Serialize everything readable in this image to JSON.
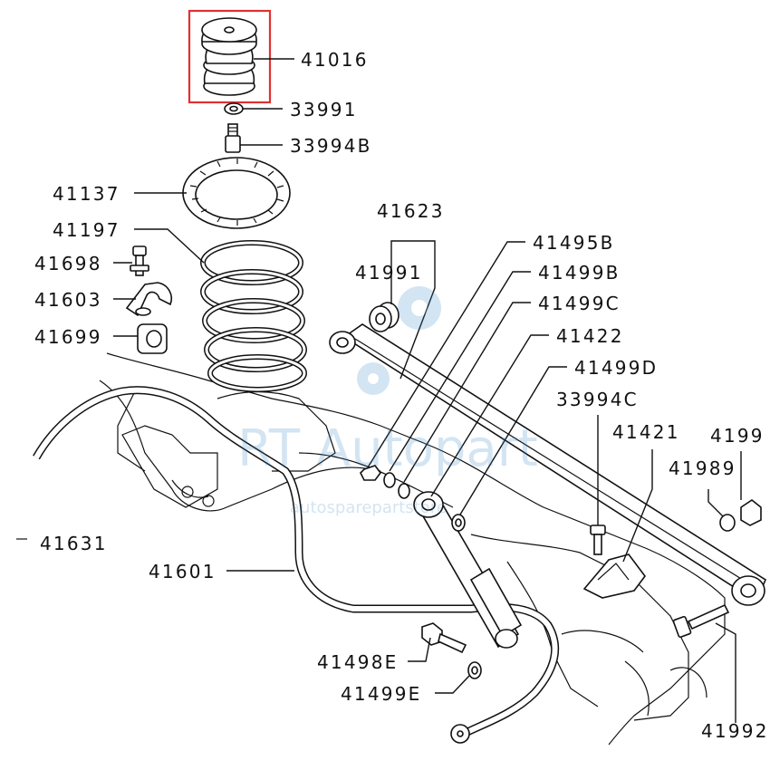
{
  "diagram": {
    "highlight_color": "#e23030",
    "line_color": "#111111",
    "highlighted_part": "41016",
    "labels": {
      "p41016": "41016",
      "p33991": "33991",
      "p33994B": "33994B",
      "p41137": "41137",
      "p41197": "41197",
      "p41623": "41623",
      "p41991": "41991",
      "p41698": "41698",
      "p41603": "41603",
      "p41699": "41699",
      "p41495B": "41495B",
      "p41499B": "41499B",
      "p41499C": "41499C",
      "p41422": "41422",
      "p41499D": "41499D",
      "p33994C": "33994C",
      "p41421": "41421",
      "p4199": "4199",
      "p41989": "41989",
      "p41631": "41631",
      "p41601": "41601",
      "p41498E": "41498E",
      "p41499E": "41499E",
      "p41992": "41992"
    }
  },
  "watermark": {
    "brand": "RT Autopart",
    "tagline": "autosparepartstore",
    "color": "#3b86c8"
  }
}
